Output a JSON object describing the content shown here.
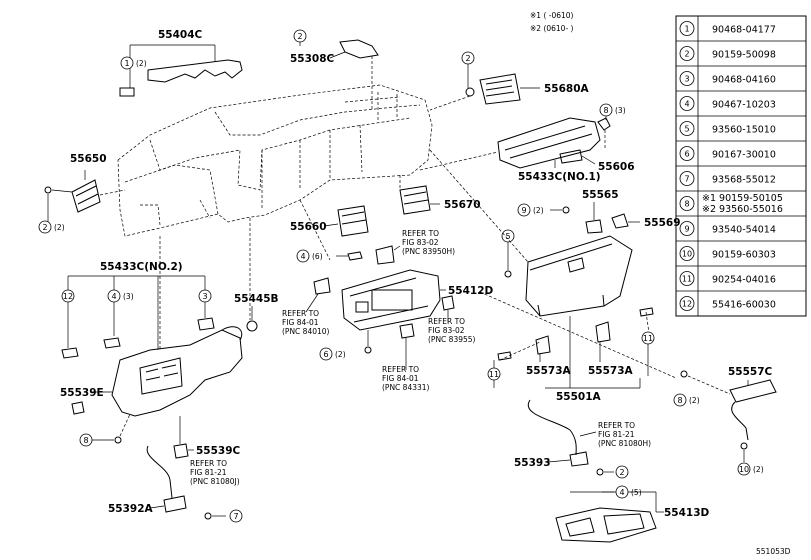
{
  "diagram_id": "551053D",
  "legend": {
    "note1": "※1 (    -0610)",
    "note2": "※2 (0610-    )"
  },
  "table": [
    {
      "no": "1",
      "part": "90468-04177"
    },
    {
      "no": "2",
      "part": "90159-50098"
    },
    {
      "no": "3",
      "part": "90468-04160"
    },
    {
      "no": "4",
      "part": "90467-10203"
    },
    {
      "no": "5",
      "part": "93560-15010"
    },
    {
      "no": "6",
      "part": "90167-30010"
    },
    {
      "no": "7",
      "part": "93568-55012"
    },
    {
      "no": "8",
      "part": "※1 90159-50105",
      "part2": "※2 93560-55016"
    },
    {
      "no": "9",
      "part": "93540-54014"
    },
    {
      "no": "10",
      "part": "90159-60303"
    },
    {
      "no": "11",
      "part": "90254-04016"
    },
    {
      "no": "12",
      "part": "55416-60030"
    }
  ],
  "labels": {
    "p55404C": "55404C",
    "p55308C": "55308C",
    "p55680A": "55680A",
    "p55650": "55650",
    "p55606": "55606",
    "p55433C1": "55433C(NO.1)",
    "p55670": "55670",
    "p55660": "55660",
    "p55565": "55565",
    "p55569": "55569",
    "p55433C2": "55433C(NO.2)",
    "p55445B": "55445B",
    "p55412D": "55412D",
    "p55539E": "55539E",
    "p55539C": "55539C",
    "p55573A_1": "55573A",
    "p55573A_2": "55573A",
    "p55501A": "55501A",
    "p55557C": "55557C",
    "p55393": "55393",
    "p55392A": "55392A",
    "p55413D": "55413D"
  },
  "callouts": {
    "c1": "(2)",
    "c2": "(2)",
    "c8": "(3)",
    "c9": "(2)",
    "c4a": "(6)",
    "c4b": "(3)",
    "c6": "(2)",
    "c8b": "(2)",
    "c4c": "(5)",
    "c10": "(2)"
  },
  "refs": {
    "r1": [
      "REFER TO",
      "FIG 83-02",
      "(PNC 83950H)"
    ],
    "r2": [
      "REFER TO",
      "FIG 84-01",
      "(PNC 84010)"
    ],
    "r3": [
      "REFER TO",
      "FIG 83-02",
      "(PNC 83955)"
    ],
    "r4": [
      "REFER TO",
      "FIG 84-01",
      "(PNC 84331)"
    ],
    "r5": [
      "REFER TO",
      "FIG 81-21",
      "(PNC 81080H)"
    ],
    "r6": [
      "REFER TO",
      "FIG 81-21",
      "(PNC 81080J)"
    ]
  }
}
